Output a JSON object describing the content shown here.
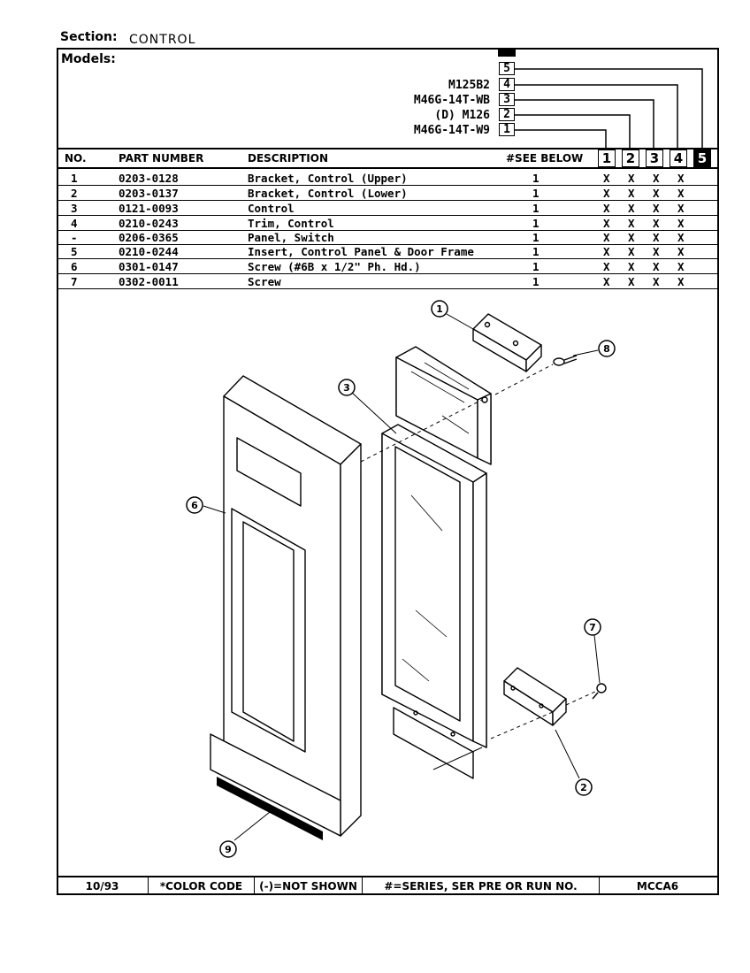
{
  "section": {
    "label": "Section:",
    "value": "CONTROL"
  },
  "models": {
    "label": "Models:",
    "list": [
      {
        "num": "5",
        "name": ""
      },
      {
        "num": "4",
        "name": "M125B2"
      },
      {
        "num": "3",
        "name": "M46G-14T-WB"
      },
      {
        "num": "2",
        "name": "(D) M126"
      },
      {
        "num": "1",
        "name": "M46G-14T-W9"
      }
    ]
  },
  "table": {
    "headers": {
      "no": "NO.",
      "part": "PART NUMBER",
      "desc": "DESCRIPTION",
      "see": "#SEE BELOW"
    },
    "model_cols": [
      "1",
      "2",
      "3",
      "4",
      "5"
    ],
    "rows": [
      {
        "no": "1",
        "part": "0203-0128",
        "desc": "Bracket, Control (Upper)",
        "qty": "1",
        "marks": [
          "X",
          "X",
          "X",
          "X",
          ""
        ]
      },
      {
        "no": "2",
        "part": "0203-0137",
        "desc": "Bracket, Control (Lower)",
        "qty": "1",
        "marks": [
          "X",
          "X",
          "X",
          "X",
          ""
        ]
      },
      {
        "no": "3",
        "part": "0121-0093",
        "desc": "Control",
        "qty": "1",
        "marks": [
          "X",
          "X",
          "X",
          "X",
          ""
        ]
      },
      {
        "no": "4",
        "part": "0210-0243",
        "desc": "Trim, Control",
        "qty": "1",
        "marks": [
          "X",
          "X",
          "X",
          "X",
          ""
        ]
      },
      {
        "no": "-",
        "part": "0206-0365",
        "desc": "Panel, Switch",
        "qty": "1",
        "marks": [
          "X",
          "X",
          "X",
          "X",
          ""
        ]
      },
      {
        "no": "5",
        "part": "0210-0244",
        "desc": "Insert, Control Panel & Door Frame",
        "qty": "1",
        "marks": [
          "X",
          "X",
          "X",
          "X",
          ""
        ]
      },
      {
        "no": "6",
        "part": "0301-0147",
        "desc": "Screw (#6B x 1/2\" Ph. Hd.)",
        "qty": "1",
        "marks": [
          "X",
          "X",
          "X",
          "X",
          ""
        ]
      },
      {
        "no": "7",
        "part": "0302-0011",
        "desc": "Screw",
        "qty": "1",
        "marks": [
          "X",
          "X",
          "X",
          "X",
          ""
        ]
      }
    ]
  },
  "callouts": [
    "1",
    "8",
    "3",
    "6",
    "7",
    "2",
    "9"
  ],
  "footer": {
    "date": "10/93",
    "color_code": "*COLOR CODE",
    "not_shown": "(-)=NOT SHOWN",
    "series": "#=SERIES, SER PRE OR RUN NO.",
    "code": "MCCA6"
  }
}
